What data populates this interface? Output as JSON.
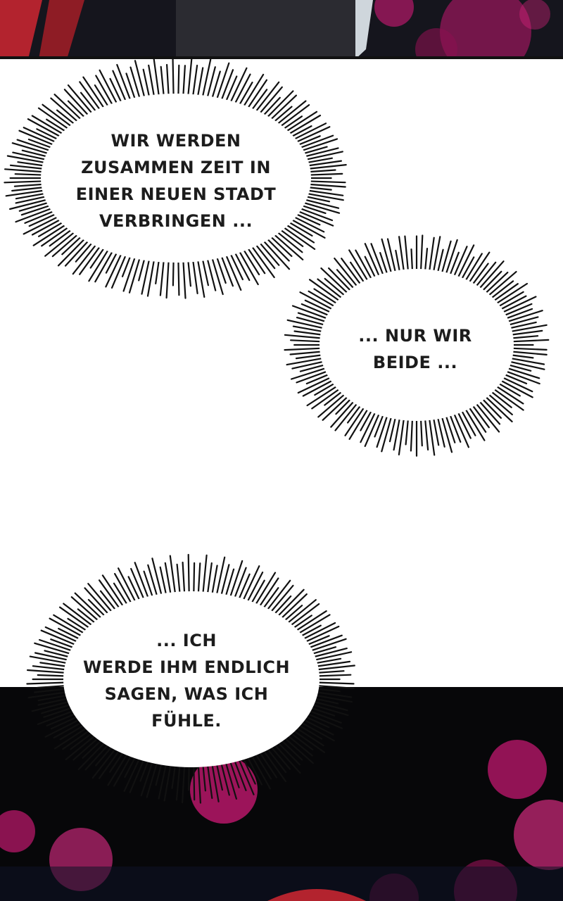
{
  "bubbles": [
    {
      "id": "bubble-1",
      "text": "WIR WERDEN\nZUSAMMEN ZEIT IN\nEINER NEUEN STADT\nVERBRINGEN ..."
    },
    {
      "id": "bubble-2",
      "text": "... NUR WIR\nBEIDE ..."
    },
    {
      "id": "bubble-3",
      "text": "... ICH\nWERDE IHM ENDLICH\nSAGEN, WAS ICH\nFÜHLE."
    }
  ],
  "colors": {
    "page_bg": "#ffffff",
    "text": "#1c1c1c",
    "bokeh": "#c2186f",
    "night": "#070709",
    "hair": "#b3232e"
  }
}
